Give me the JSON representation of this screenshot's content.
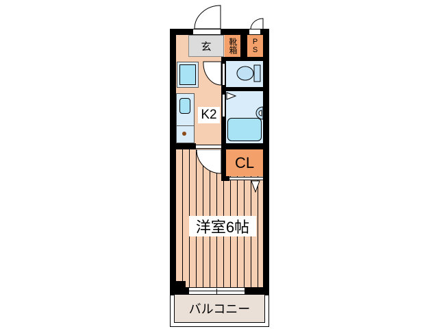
{
  "floorplan": {
    "rooms": {
      "entrance": {
        "label": "玄"
      },
      "shoe_box": {
        "label": "靴箱"
      },
      "pipe_space": {
        "label": "PS"
      },
      "kitchen": {
        "label": "K2"
      },
      "closet": {
        "label": "CL"
      },
      "western_room": {
        "label": "洋室6帖"
      },
      "balcony": {
        "label": "バルコニー"
      }
    },
    "colors": {
      "wall": "#000000",
      "floor": "#f6cfb2",
      "entrance": "#dcdcdc",
      "storage": "#f3a06a",
      "wet": "#d9ecfa",
      "fixture": "#a8e3f5",
      "balcony": "#eae0d8"
    }
  }
}
